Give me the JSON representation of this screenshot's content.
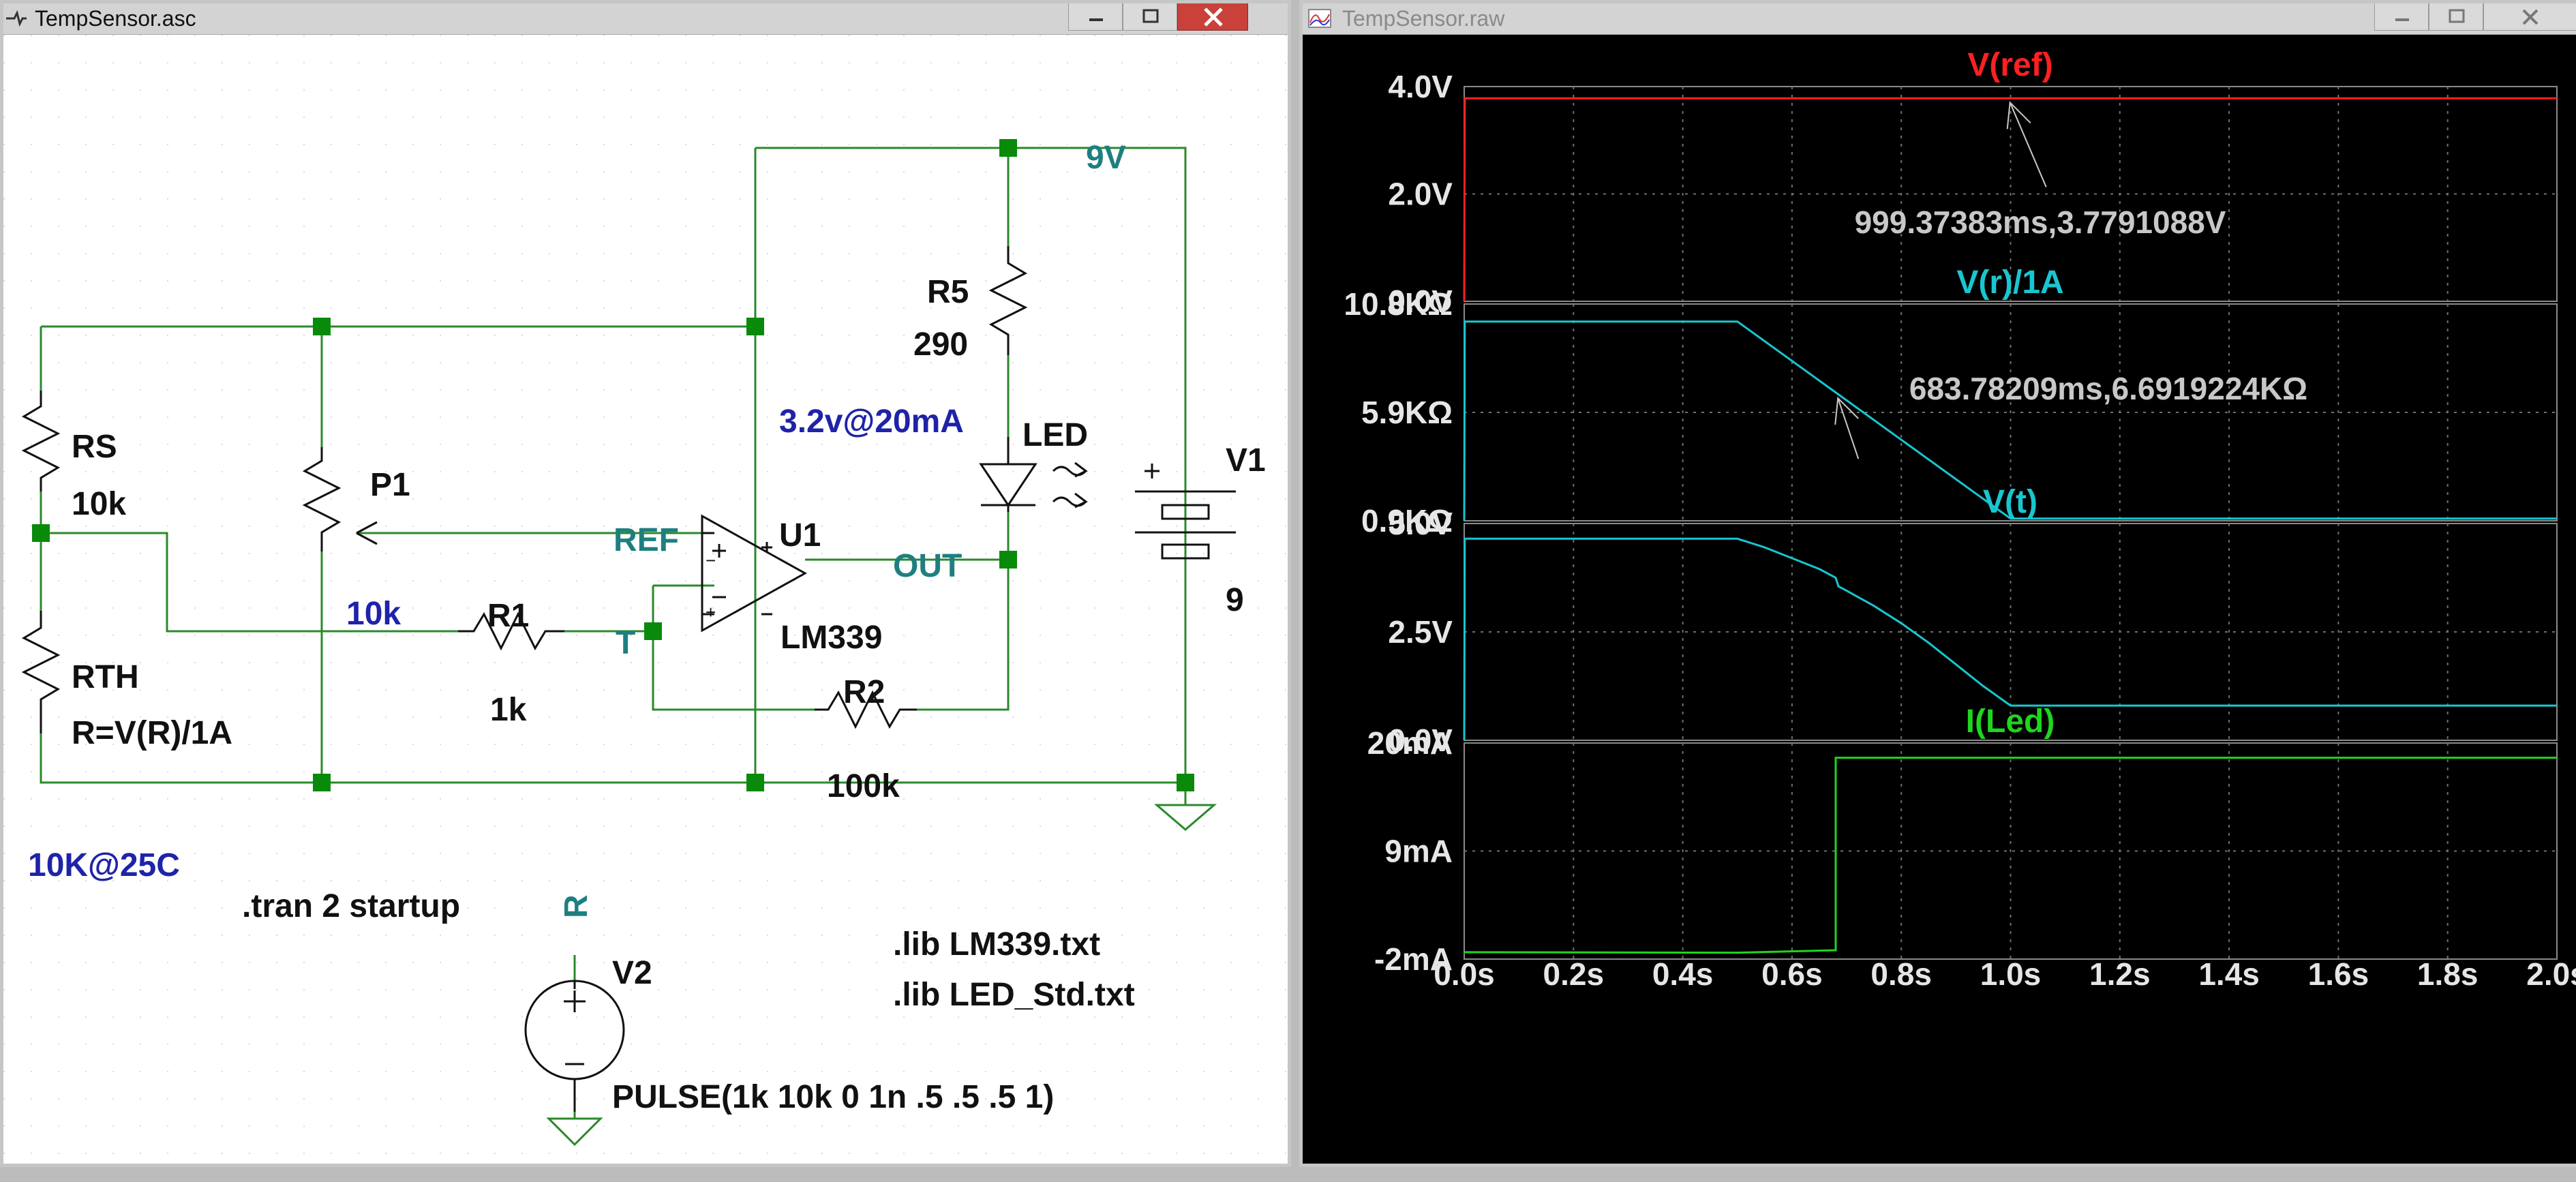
{
  "schematic_window": {
    "title": "TempSensor.asc",
    "wire_color": "#2a8a2a",
    "junction_color": "#0a8a0a"
  },
  "waveform_window": {
    "title": "TempSensor.raw"
  },
  "schematic": {
    "supply_label": "9V",
    "rs": {
      "name": "RS",
      "value": "10k"
    },
    "rth": {
      "name": "RTH",
      "value": "R=V(R)/1A"
    },
    "p1": {
      "name": "P1",
      "value": "10k"
    },
    "r1": {
      "name": "R1",
      "value": "1k"
    },
    "r2": {
      "name": "R2",
      "value": "100k"
    },
    "r5": {
      "name": "R5",
      "value": "290"
    },
    "led": {
      "name": "LED",
      "note": "3.2v@20mA"
    },
    "u1": {
      "name": "U1",
      "model": "LM339"
    },
    "v1": {
      "name": "V1",
      "value": "9"
    },
    "v2": {
      "name": "V2",
      "value": "PULSE(1k 10k 0 1n .5 .5 .5 1)",
      "net": "R"
    },
    "nets": {
      "ref": "REF",
      "out": "OUT",
      "t": "T"
    },
    "thermistor_note": "10K@25C",
    "directives": {
      "tran": ".tran 2 startup",
      "lib1": ".lib LM339.txt",
      "lib2": ".lib LED_Std.txt"
    }
  },
  "waveforms": {
    "x_tick_labels": [
      "0.0s",
      "0.2s",
      "0.4s",
      "0.6s",
      "0.8s",
      "1.0s",
      "1.2s",
      "1.4s",
      "1.6s",
      "1.8s",
      "2.0s"
    ],
    "panes": [
      {
        "title": "V(ref)",
        "color": "#ff2020",
        "y_tick_labels": [
          "4.0V",
          "2.0V",
          "0.0V"
        ],
        "cursor_text": "999.37383ms,3.7791088V"
      },
      {
        "title": "V(r)/1A",
        "color": "#19c6cf",
        "y_tick_labels": [
          "10.8KΩ",
          "5.9KΩ",
          "0.9KΩ"
        ],
        "cursor_text": "683.78209ms,6.6919224KΩ"
      },
      {
        "title": "V(t)",
        "color": "#19c6cf",
        "y_tick_labels": [
          "5.0V",
          "2.5V",
          "0.0V"
        ],
        "cursor_text": ""
      },
      {
        "title": "I(Led)",
        "color": "#1fd51f",
        "y_tick_labels": [
          "20mA",
          "9mA",
          "-2mA"
        ],
        "cursor_text": ""
      }
    ]
  },
  "chart_data": [
    {
      "type": "line",
      "title": "V(ref)",
      "xlabel": "",
      "ylabel": "",
      "xlim": [
        0,
        2.0
      ],
      "ylim": [
        0,
        4.0
      ],
      "series": [
        {
          "name": "V(ref)",
          "x": [
            0,
            0.001,
            2.0
          ],
          "y": [
            0,
            3.78,
            3.78
          ]
        }
      ]
    },
    {
      "type": "line",
      "title": "V(r)/1A",
      "xlabel": "",
      "ylabel": "",
      "xlim": [
        0,
        2.0
      ],
      "ylim": [
        0.9,
        10.8
      ],
      "series": [
        {
          "name": "V(r)/1A",
          "x": [
            0,
            0.001,
            0.5,
            1.0,
            2.0
          ],
          "y": [
            0.9,
            10.0,
            10.0,
            1.0,
            1.0
          ]
        }
      ]
    },
    {
      "type": "line",
      "title": "V(t)",
      "xlabel": "",
      "ylabel": "",
      "xlim": [
        0,
        2.0
      ],
      "ylim": [
        0,
        5.0
      ],
      "series": [
        {
          "name": "V(t)",
          "x": [
            0,
            0.001,
            0.5,
            0.55,
            0.6,
            0.65,
            0.68,
            0.685,
            0.7,
            0.75,
            0.8,
            0.85,
            0.9,
            0.95,
            1.0,
            2.0
          ],
          "y": [
            0,
            4.65,
            4.65,
            4.45,
            4.2,
            3.95,
            3.75,
            3.55,
            3.45,
            3.1,
            2.7,
            2.25,
            1.75,
            1.25,
            0.8,
            0.8
          ]
        }
      ]
    },
    {
      "type": "line",
      "title": "I(Led)",
      "xlabel": "",
      "ylabel": "",
      "xlim": [
        0,
        2.0
      ],
      "ylim": [
        -2,
        20
      ],
      "series": [
        {
          "name": "I(Led)",
          "x": [
            0,
            0.5,
            0.68,
            0.68,
            2.0
          ],
          "y": [
            -1.3,
            -1.35,
            -1.1,
            18.5,
            18.5
          ]
        }
      ]
    }
  ]
}
